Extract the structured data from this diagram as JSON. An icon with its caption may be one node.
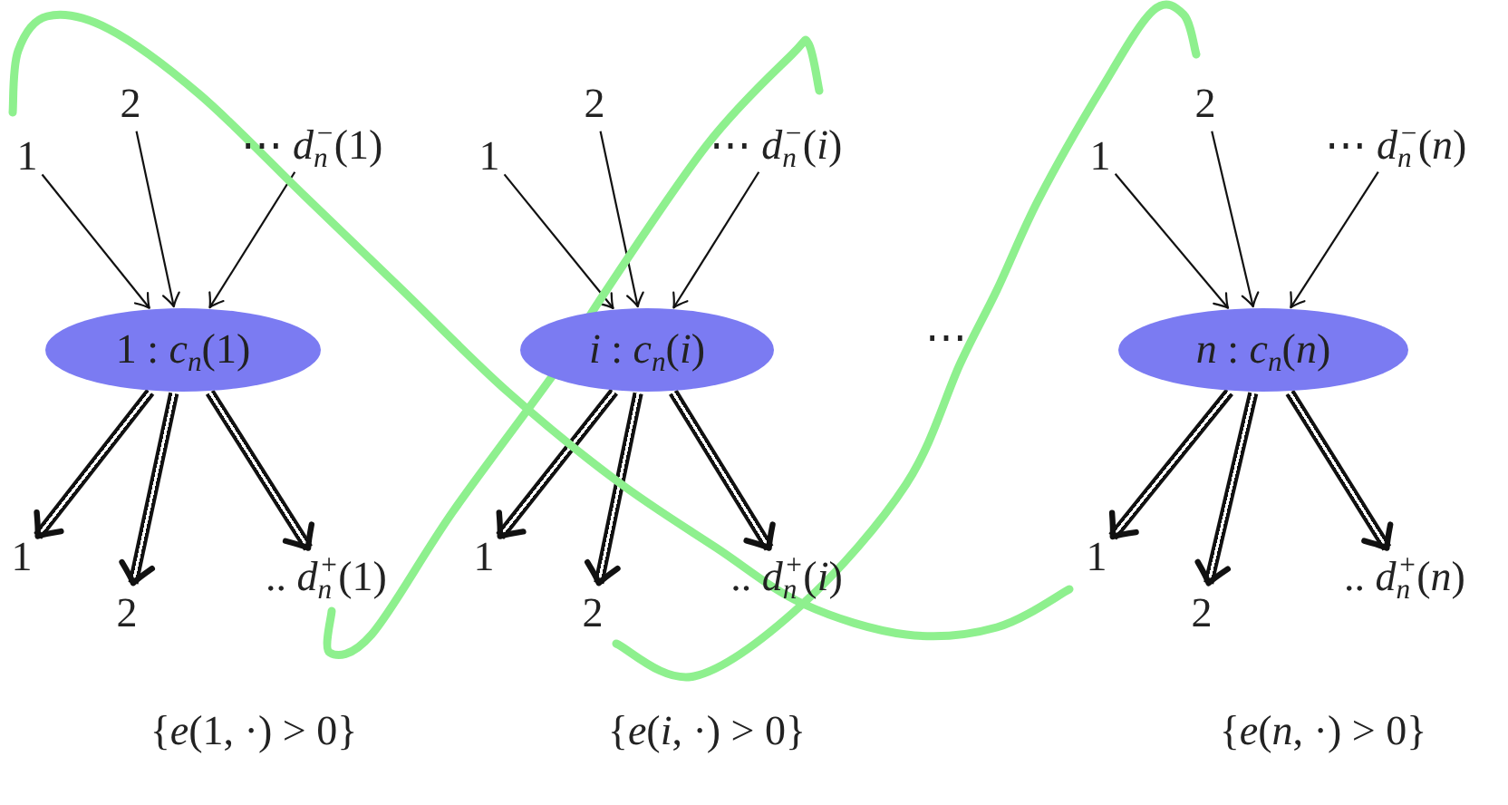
{
  "diagram": {
    "nodes": [
      {
        "text": [
          "1"
        ]
      },
      {
        "text": [
          "2"
        ]
      },
      {
        "text": [
          "⋯ *d*$_{n}$$^{−}$(1)"
        ]
      },
      {
        "text": [
          "1"
        ]
      },
      {
        "text": [
          "2"
        ]
      },
      {
        "text": [
          "⋯ *d*$_{n}$$^{−}$(*i*)"
        ]
      },
      {
        "text": [
          "1"
        ]
      },
      {
        "text": [
          "2"
        ]
      },
      {
        "text": [
          "⋯ *d*$_{n}$$^{−}$(*n*)"
        ]
      },
      {
        "text": [
          "1 : *c*$_{n}$(1)"
        ]
      },
      {
        "text": [
          "*i* : *c*$_{n}$(*i*)"
        ]
      },
      {
        "text": [
          "*n* : *c*$_{n}$(*n*)"
        ]
      },
      {
        "text": [
          "1"
        ]
      },
      {
        "text": [
          "2"
        ]
      },
      {
        "text": [
          ".. *d*$_{n}$$^{+}$(1)"
        ]
      },
      {
        "text": [
          "1"
        ]
      },
      {
        "text": [
          "2"
        ]
      },
      {
        "text": [
          ".. *d*$_{n}$$^{+}$(*i*)"
        ]
      },
      {
        "text": [
          "1"
        ]
      },
      {
        "text": [
          "2"
        ]
      },
      {
        "text": [
          ".. *d*$_{n}$$^{+}$(*n*)"
        ]
      }
    ],
    "edges": [
      {
        "from": 0,
        "to": 9,
        "arrow": "to"
      },
      {
        "from": 1,
        "to": 9,
        "arrow": "to"
      },
      {
        "from": 2,
        "to": 9,
        "arrow": "to"
      },
      {
        "from": 9,
        "to": 12,
        "arrow": "to",
        "style": "thick"
      },
      {
        "from": 9,
        "to": 13,
        "arrow": "to",
        "style": "thick"
      },
      {
        "from": 9,
        "to": 14,
        "arrow": "to",
        "style": "thick"
      },
      {
        "from": 3,
        "to": 10,
        "arrow": "to"
      },
      {
        "from": 4,
        "to": 10,
        "arrow": "to"
      },
      {
        "from": 5,
        "to": 10,
        "arrow": "to"
      },
      {
        "from": 10,
        "to": 15,
        "arrow": "to",
        "style": "thick"
      },
      {
        "from": 10,
        "to": 16,
        "arrow": "to",
        "style": "thick"
      },
      {
        "from": 10,
        "to": 17,
        "arrow": "to",
        "style": "thick"
      },
      {
        "from": 6,
        "to": 11,
        "arrow": "to"
      },
      {
        "from": 7,
        "to": 11,
        "arrow": "to"
      },
      {
        "from": 8,
        "to": 11,
        "arrow": "to"
      },
      {
        "from": 11,
        "to": 18,
        "arrow": "to",
        "style": "thick"
      },
      {
        "from": 11,
        "to": 19,
        "arrow": "to",
        "style": "thick"
      },
      {
        "from": 11,
        "to": 20,
        "arrow": "to",
        "style": "thick"
      }
    ],
    "labels": [
      "⋯",
      "{*e*(1, ·) > 0}",
      "{*e*(*i*, ·) > 0}",
      "{*e*(*n*, ·) > 0}"
    ]
  }
}
